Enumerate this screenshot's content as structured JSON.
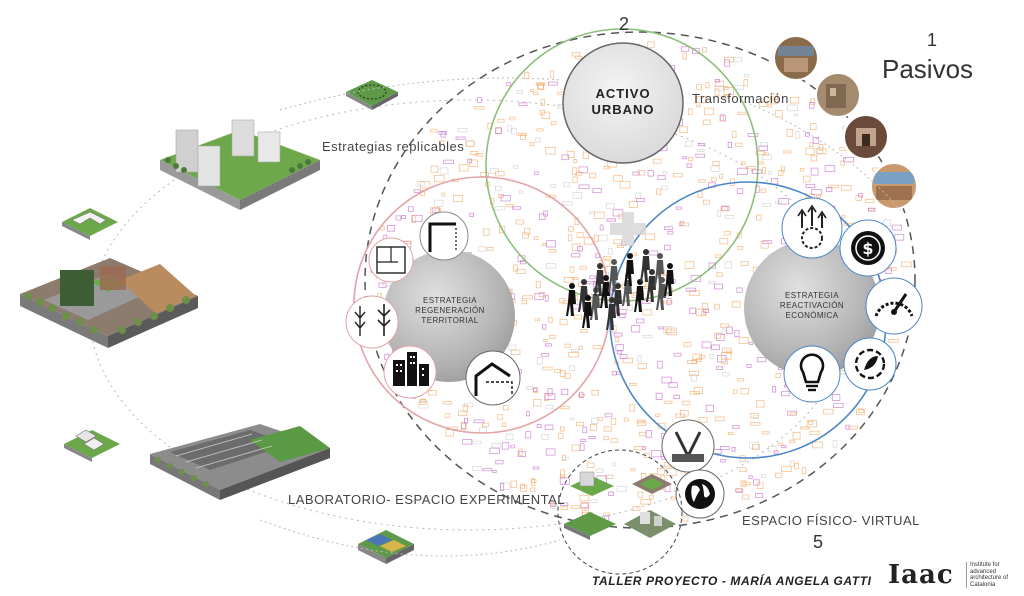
{
  "numbers": {
    "n1": "1",
    "n2": "2",
    "n5": "5"
  },
  "pasivos": "Pasivos",
  "activo_urbano": {
    "line1": "ACTIVO",
    "line2": "URBANO"
  },
  "transformacion": "Transformación",
  "estrategias_replicables": "Estrategias replicables",
  "laboratorio": "LABORATORIO- ESPACIO EXPERIMENTAL",
  "espacio_fisico_virtual": "ESPACIO FÍSICO- VIRTUAL",
  "estrategia_regeneracion": {
    "line1": "ESTRATEGIA",
    "line2": "REGENERACIÓN",
    "line3": "TERRITORIAL"
  },
  "estrategia_reactivacion": {
    "line1": "ESTRATEGIA",
    "line2": "REACTIVACIÓN",
    "line3": "ECONÓMICA"
  },
  "footer": {
    "italic": "TALLER PROYECTO",
    "sep": " - ",
    "author": "MARÍA ANGELA GATTI"
  },
  "logo": {
    "mark": "Iaac",
    "sub": "Institute for advanced architecture of Catalonia"
  },
  "colors": {
    "green_ring": "#8cc07a",
    "red_ring": "#e3a3a8",
    "blue_ring": "#4a86c5",
    "sphere": "#bdbdbd",
    "orange_parcel": "#f2a35a",
    "magenta_parcel": "#c060c8"
  },
  "icons": {
    "regeneracion": [
      "floorplan-icon",
      "corner-frame-icon",
      "plants-icon",
      "buildings-icon",
      "house-icon"
    ],
    "reactivacion": [
      "growth-gear-icon",
      "dollar-coin-icon",
      "speed-gauge-icon",
      "recycle-leaf-icon",
      "lightbulb-icon"
    ],
    "virtual": [
      "arrow-down-icon",
      "globe-icon"
    ]
  }
}
